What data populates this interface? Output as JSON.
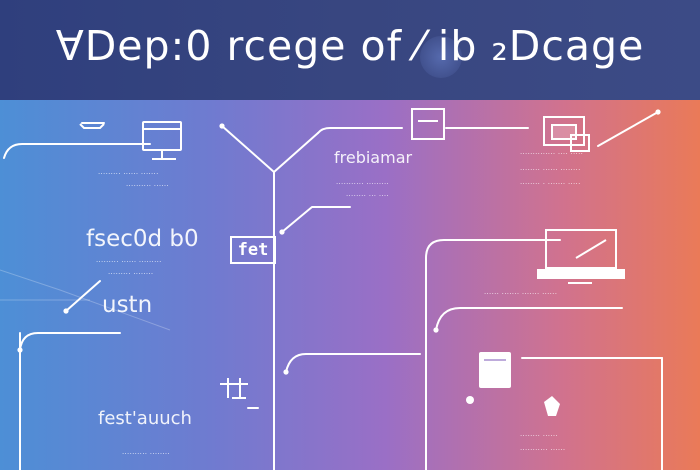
{
  "header": {
    "title": "ⱯDep:0 rcege of ⁄ ib ₂Dcage"
  },
  "nodes": {
    "tag_label": "fet",
    "big_left_top": "fsec0d b0",
    "big_left_mid": "ustn",
    "big_left_bottom": "fest'auuch",
    "top_center_title": "frebiamar",
    "row1_a": "·········   ······  ·······",
    "row1_b": "··········   ······",
    "row2_a": "·········  ······  ·········",
    "row2_b": "·········  ········",
    "center_a": "··········· ·········",
    "center_b": "········  ···  ····",
    "right_top_a": "··············  ···· ·····",
    "right_top_b": "········  ······  ········",
    "right_top_c": "········ · ······· ·····",
    "right_mid": "······ ······· ·······  ······",
    "right_bottom_a": "········ ······",
    "right_bottom_b": "··········· ······",
    "left_bottom_caption": "·········· ········"
  }
}
